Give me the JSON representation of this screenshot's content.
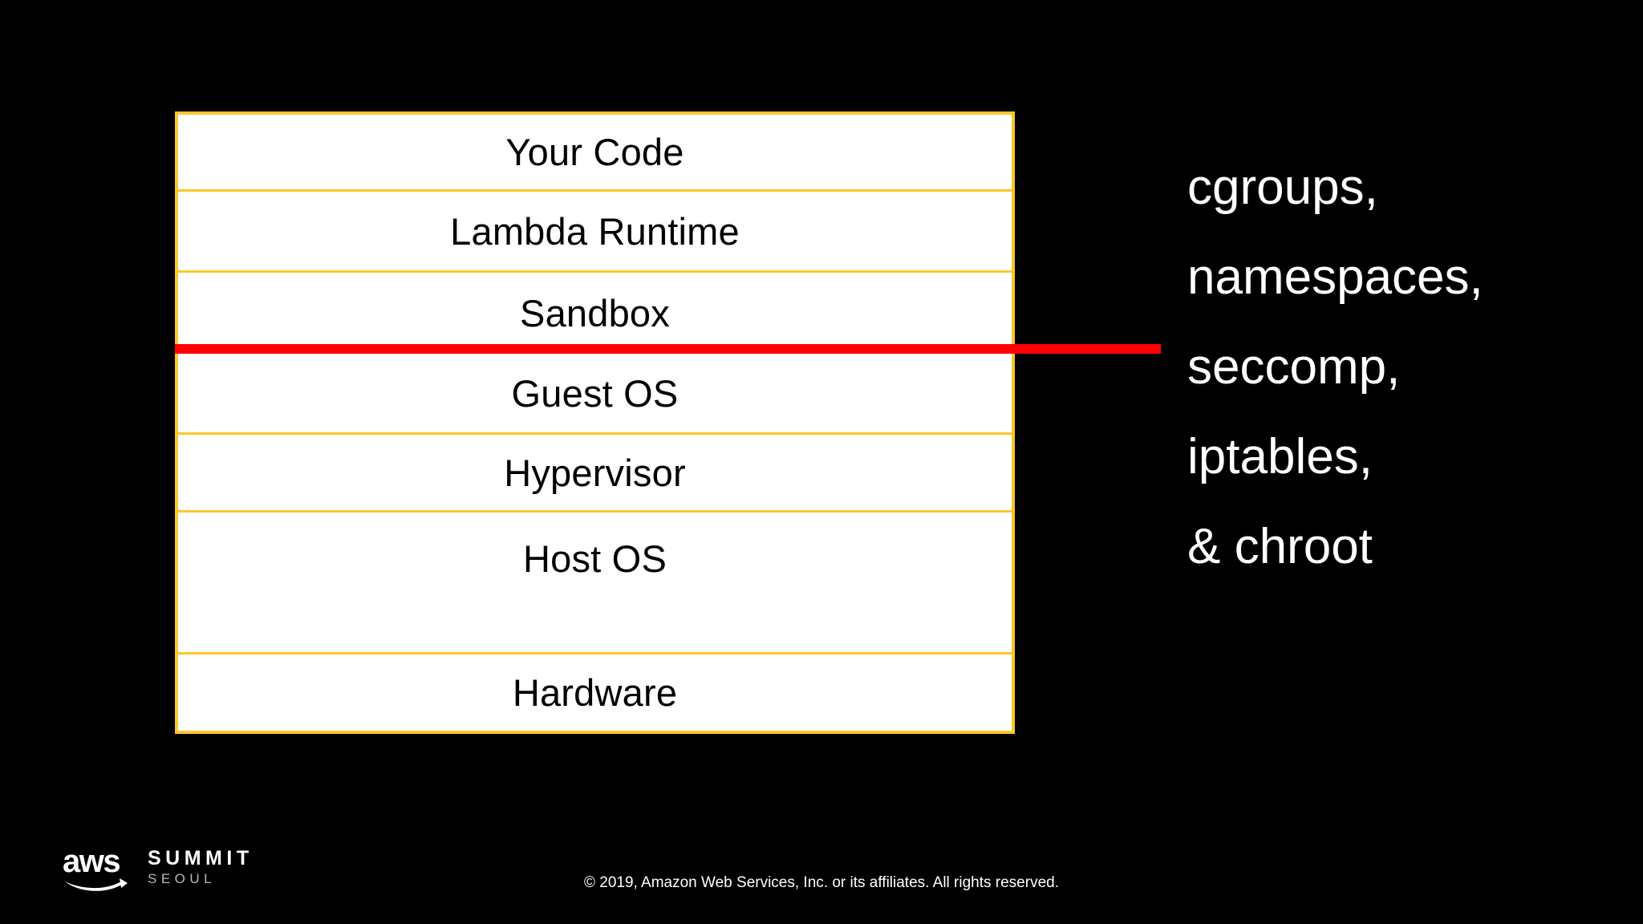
{
  "slide": {
    "background_color": "#000000"
  },
  "stack_diagram": {
    "border_color": "#FCC72B",
    "fill_color": "#FFFFFF",
    "text_color": "#000000",
    "layers": [
      {
        "label": "Your Code"
      },
      {
        "label": "Lambda Runtime"
      },
      {
        "label": "Sandbox"
      },
      {
        "label": "Guest OS"
      },
      {
        "label": "Hypervisor"
      },
      {
        "label": "Host OS"
      },
      {
        "label": "Hardware"
      }
    ]
  },
  "boundary_line": {
    "color": "#FF0000",
    "between_above": "Sandbox",
    "between_below": "Guest OS"
  },
  "primitives": {
    "text_color": "#FFFFFF",
    "lines": [
      "cgroups,",
      "namespaces,",
      "seccomp,",
      "iptables,",
      "& chroot"
    ]
  },
  "footer": {
    "logo": {
      "brand": "aws",
      "event": "SUMMIT",
      "city": "SEOUL"
    },
    "copyright": "© 2019, Amazon Web Services, Inc. or its affiliates. All rights reserved."
  }
}
